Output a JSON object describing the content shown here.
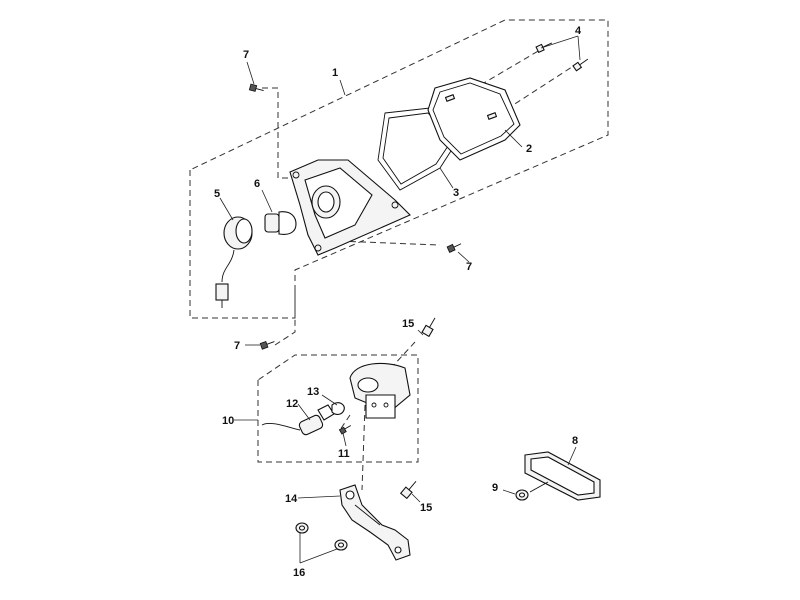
{
  "callouts": {
    "c1": "1",
    "c2": "2",
    "c3": "3",
    "c4": "4",
    "c5": "5",
    "c6": "6",
    "c7a": "7",
    "c7b": "7",
    "c7c": "7",
    "c8": "8",
    "c9": "9",
    "c10": "10",
    "c11": "11",
    "c12": "12",
    "c13": "13",
    "c14": "14",
    "c15a": "15",
    "c15b": "15",
    "c16": "16"
  },
  "colors": {
    "line": "#111111",
    "background": "#ffffff"
  }
}
